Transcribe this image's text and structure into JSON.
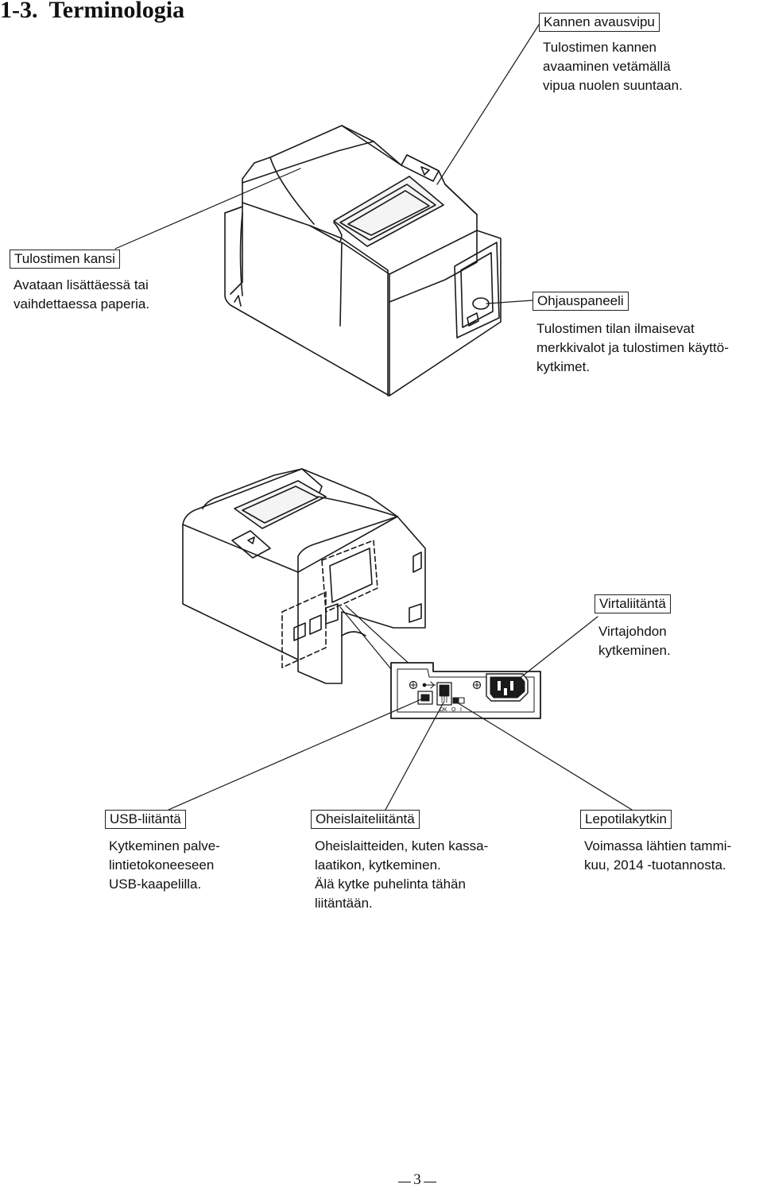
{
  "section": {
    "number": "1-3.",
    "title": "Terminologia"
  },
  "callouts": {
    "cover_lever": {
      "label": "Kannen avausvipu",
      "desc": "Tulostimen kannen\navaaminen vetämällä\nvipua nuolen suuntaan."
    },
    "printer_cover": {
      "label": "Tulostimen kansi",
      "desc": "Avataan lisättäessä tai\nvaihdettaessa paperia."
    },
    "control_panel": {
      "label": "Ohjauspaneeli",
      "desc": "Tulostimen tilan ilmaisevat\nmerkkivalot ja tulostimen käyttö-\nkytkimet."
    },
    "power_inlet": {
      "label": "Virtaliitäntä",
      "desc": "Virtajohdon\nkytkeminen."
    },
    "usb_port": {
      "label": "USB-liitäntä",
      "desc": "Kytkeminen palve-\nlintietokoneeseen\nUSB-kaapelilla."
    },
    "peripheral_port": {
      "label": "Oheislaiteliitäntä",
      "desc": "Oheislaitteiden, kuten kassa-\nlaatikon, kytkeminen.\nÄlä kytke puhelinta tähän\nliitäntään."
    },
    "sleep_switch": {
      "label": "Lepotilakytkin",
      "desc": "Voimassa lähtien tammi-\nkuu, 2014 -tuotannosta."
    }
  },
  "panel_marks": {
    "dk": "DK",
    "off": "O",
    "on": "I"
  },
  "page_number": "3"
}
